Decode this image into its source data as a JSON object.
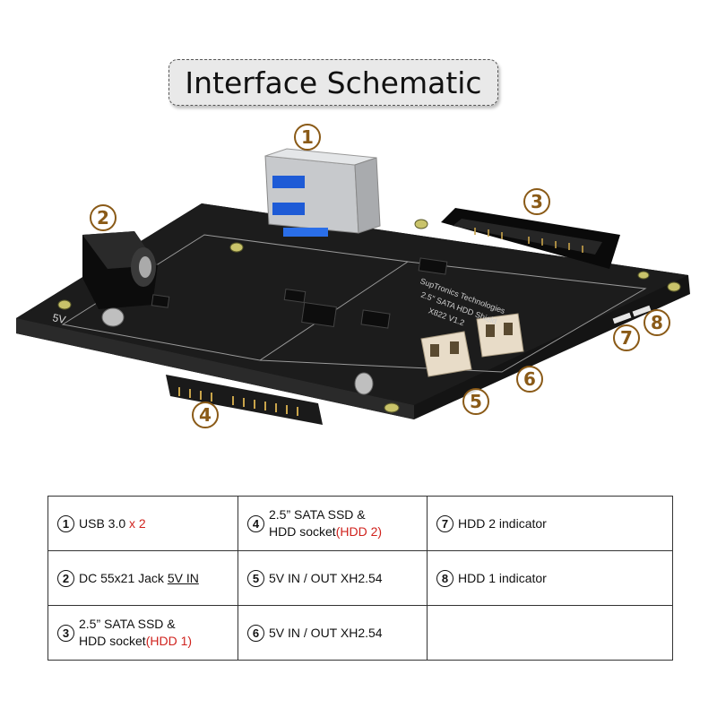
{
  "title": "Interface Schematic",
  "colors": {
    "callout": "#8a5a17",
    "highlight": "#d0231e",
    "board": "#141414"
  },
  "callouts": [
    "1",
    "2",
    "3",
    "4",
    "5",
    "6",
    "7",
    "8"
  ],
  "board_text": {
    "label_5v": "5V",
    "silkscreen_line1": "SupTronics Technologies",
    "silkscreen_line2": "2.5\" SATA HDD Shield",
    "silkscreen_line3": "X822 V1.2"
  },
  "legend": {
    "item1": {
      "num": "1",
      "text": "USB 3.0 ",
      "highlight": "x 2"
    },
    "item2": {
      "num": "2",
      "text": "DC 55x21 Jack ",
      "underline": "5V IN"
    },
    "item3": {
      "num": "3",
      "line1": "2.5” SATA SSD &",
      "line2": "HDD socket",
      "highlight": "(HDD 1)"
    },
    "item4": {
      "num": "4",
      "line1": "2.5” SATA SSD &",
      "line2": "HDD socket",
      "highlight": "(HDD 2)"
    },
    "item5": {
      "num": "5",
      "text": "5V IN / OUT XH2.54"
    },
    "item6": {
      "num": "6",
      "text": "5V IN / OUT XH2.54"
    },
    "item7": {
      "num": "7",
      "text": "HDD 2 indicator"
    },
    "item8": {
      "num": "8",
      "text": "HDD 1 indicator"
    }
  }
}
